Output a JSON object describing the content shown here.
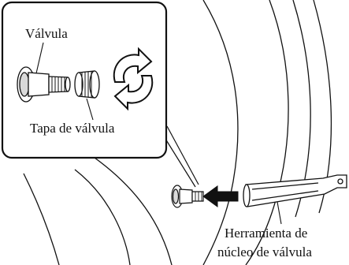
{
  "labels": {
    "valve": "Válvula",
    "valve_cap": "Tapa de válvula",
    "core_tool_line1": "Herramienta de",
    "core_tool_line2": "núcleo de válvula"
  },
  "icons": [
    "rotate-arrows-icon",
    "push-arrow-icon"
  ],
  "colors": {
    "line": "#111111",
    "background": "#ffffff"
  }
}
